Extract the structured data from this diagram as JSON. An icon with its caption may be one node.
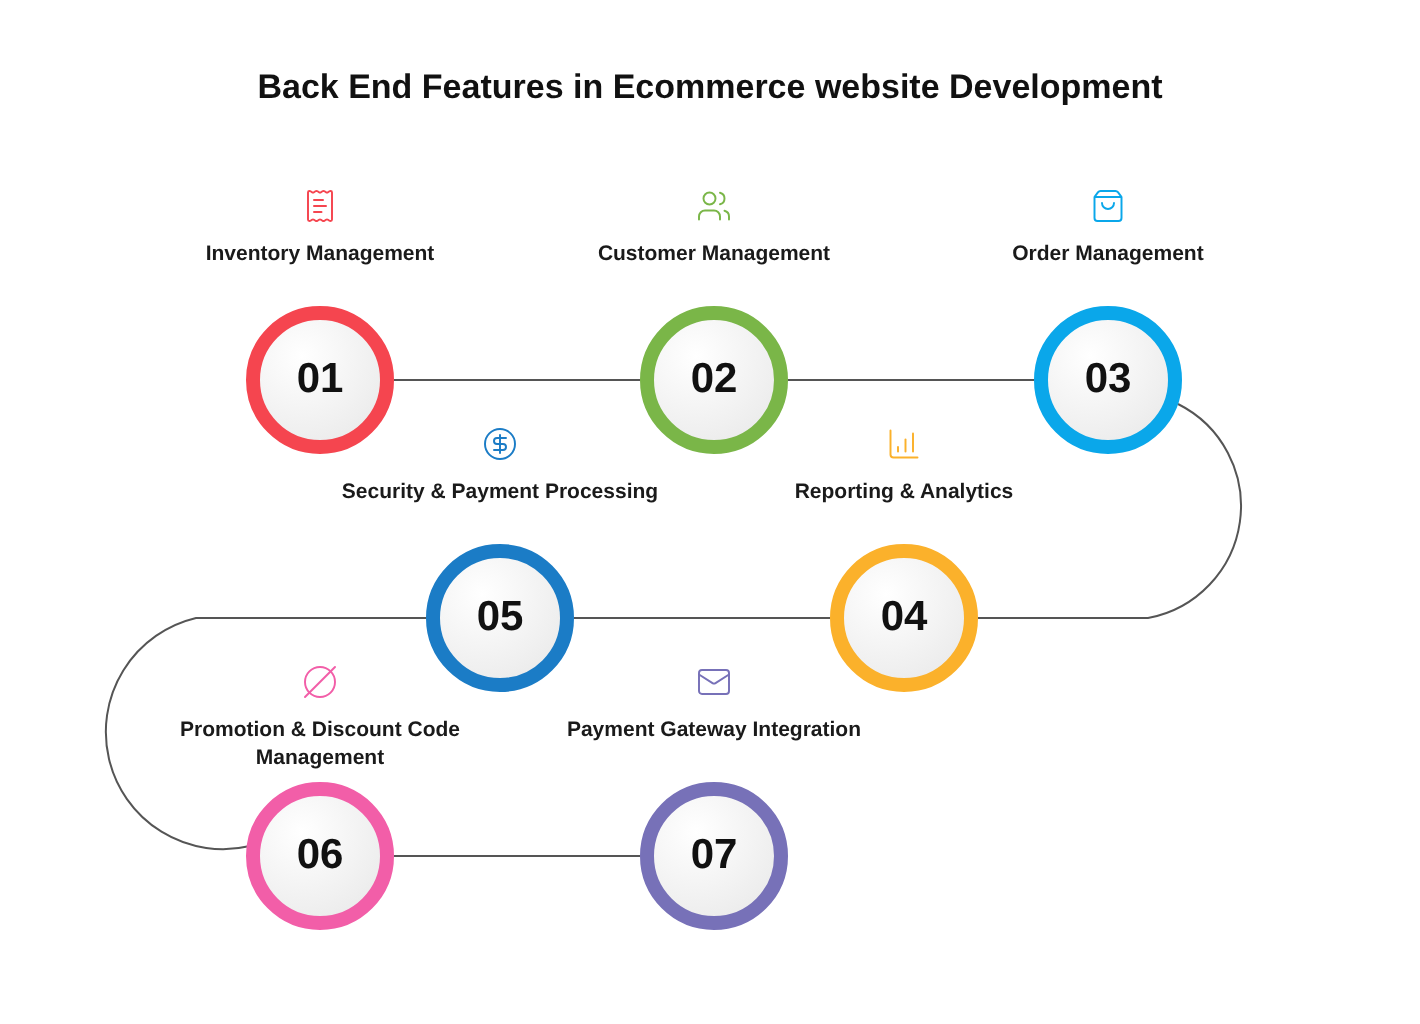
{
  "diagram": {
    "title": "Back End Features in Ecommerce website Development",
    "nodes": [
      {
        "text": [
          "Inventory Management",
          "01"
        ]
      },
      {
        "text": [
          "Customer Management",
          "02"
        ]
      },
      {
        "text": [
          "Order Management",
          "03"
        ]
      },
      {
        "text": [
          "Reporting & Analytics",
          "04"
        ]
      },
      {
        "text": [
          "Security & Payment Processing",
          "05"
        ]
      },
      {
        "text": [
          "Promotion & Discount Code Management",
          "06"
        ]
      },
      {
        "text": [
          "Payment Gateway Integration",
          "07"
        ]
      }
    ],
    "edges": [
      {
        "from": 0,
        "to": 1,
        "arrow": "none"
      },
      {
        "from": 1,
        "to": 2,
        "arrow": "none"
      },
      {
        "from": 2,
        "to": 3,
        "arrow": "none"
      },
      {
        "from": 3,
        "to": 4,
        "arrow": "none"
      },
      {
        "from": 4,
        "to": 5,
        "arrow": "none"
      },
      {
        "from": 5,
        "to": 6,
        "arrow": "none"
      }
    ]
  }
}
